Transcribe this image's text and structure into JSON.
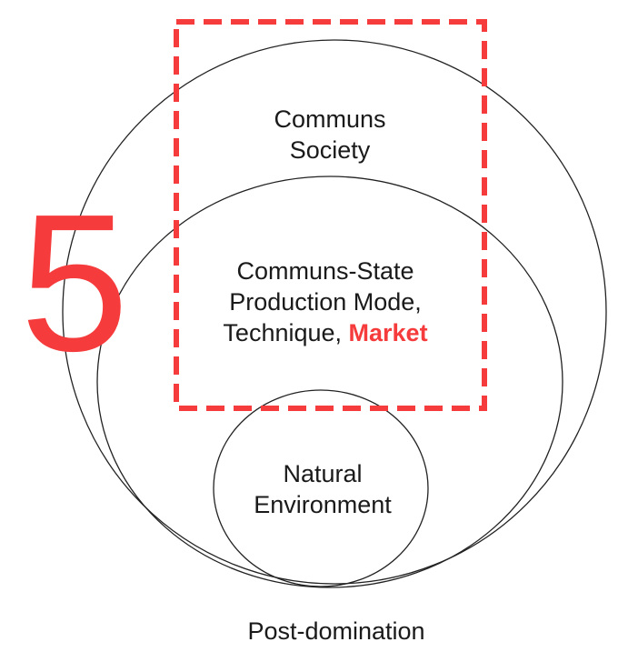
{
  "diagram": {
    "step_number": "5",
    "outer_circle": {
      "line1": "Communs",
      "line2": "Society"
    },
    "middle_circle": {
      "line1": "Communs-State",
      "line2": "Production Mode,",
      "line3_prefix": "Technique, ",
      "line3_highlight": "Market"
    },
    "inner_circle": {
      "line1": "Natural",
      "line2": "Environment"
    },
    "caption": "Post-domination"
  },
  "colors": {
    "accent": "#f53b3b",
    "text": "#1a1a1a",
    "outline": "#222222"
  }
}
